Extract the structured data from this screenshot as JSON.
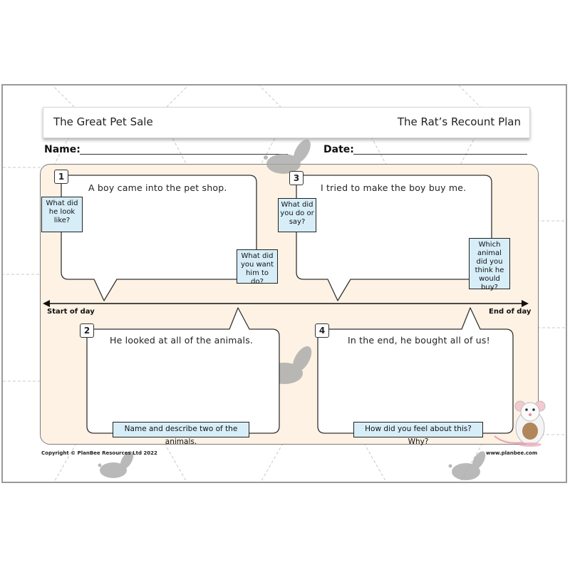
{
  "header": {
    "title_left": "The Great Pet Sale",
    "title_right": "The Rat’s Recount Plan"
  },
  "fields": {
    "name_label": "Name:",
    "date_label": "Date:"
  },
  "panels": [
    {
      "number": "1",
      "text": "A boy came into the pet shop."
    },
    {
      "number": "2",
      "text": "He looked at all of the animals."
    },
    {
      "number": "3",
      "text": "I tried to make the boy buy me."
    },
    {
      "number": "4",
      "text": "In the end, he bought all of us!"
    }
  ],
  "prompts": {
    "p1_look": "What did he look like?",
    "p1_want": "What did you want him to do?",
    "p3_do": "What did you do or say?",
    "p3_buy": "Which animal did you think he would buy?",
    "p2_name": "Name and describe two of the animals.",
    "p4_feel": "How did you feel about this? Why?"
  },
  "timeline": {
    "start": "Start of day",
    "end": "End of day"
  },
  "footer": {
    "copyright": "Copyright © PlanBee Resources Ltd 2022",
    "website": "www.planbee.com"
  }
}
